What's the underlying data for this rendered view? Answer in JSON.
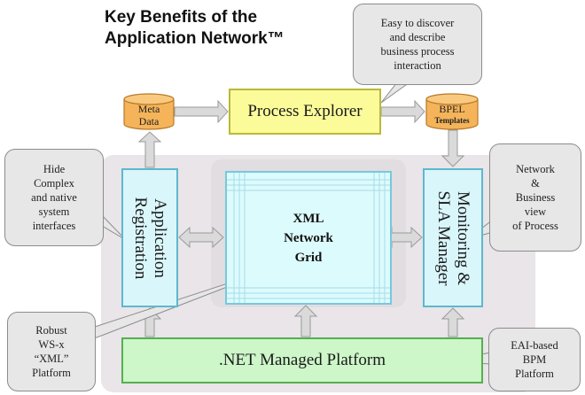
{
  "title": {
    "line1": "Key Benefits of the",
    "line2": "Application Network™"
  },
  "nodes": {
    "process_explorer": "Process Explorer",
    "meta_data": [
      "Meta",
      "Data"
    ],
    "bpel": [
      "BPEL",
      "Templates"
    ],
    "application_registration": [
      "Application",
      "Registration"
    ],
    "monitoring": [
      "Monitoring &",
      "SLA Manager"
    ],
    "xml_grid": [
      "XML",
      "Network",
      "Grid"
    ],
    "net_platform": ".NET Managed Platform"
  },
  "callouts": {
    "top": [
      "Easy to discover",
      "and describe",
      "business process",
      "interaction"
    ],
    "left_top": [
      "Hide",
      "Complex",
      "and native",
      "system",
      "interfaces"
    ],
    "right_top": [
      "Network",
      "&",
      "Business",
      "view",
      "of Process"
    ],
    "left_bottom": [
      "Robust",
      "WS-x",
      "“XML”",
      "Platform"
    ],
    "right_bottom": [
      "EAI-based",
      "BPM",
      "Platform"
    ]
  },
  "colors": {
    "process_fill": "#fbfb9a",
    "cylinder_fill": "#f5b45a",
    "vertical_box_fill": "#d9f6fb",
    "platform_fill": "#cdf6c9",
    "arrow_fill": "#d8d8d8",
    "bubble_fill": "#e7e7e7"
  }
}
